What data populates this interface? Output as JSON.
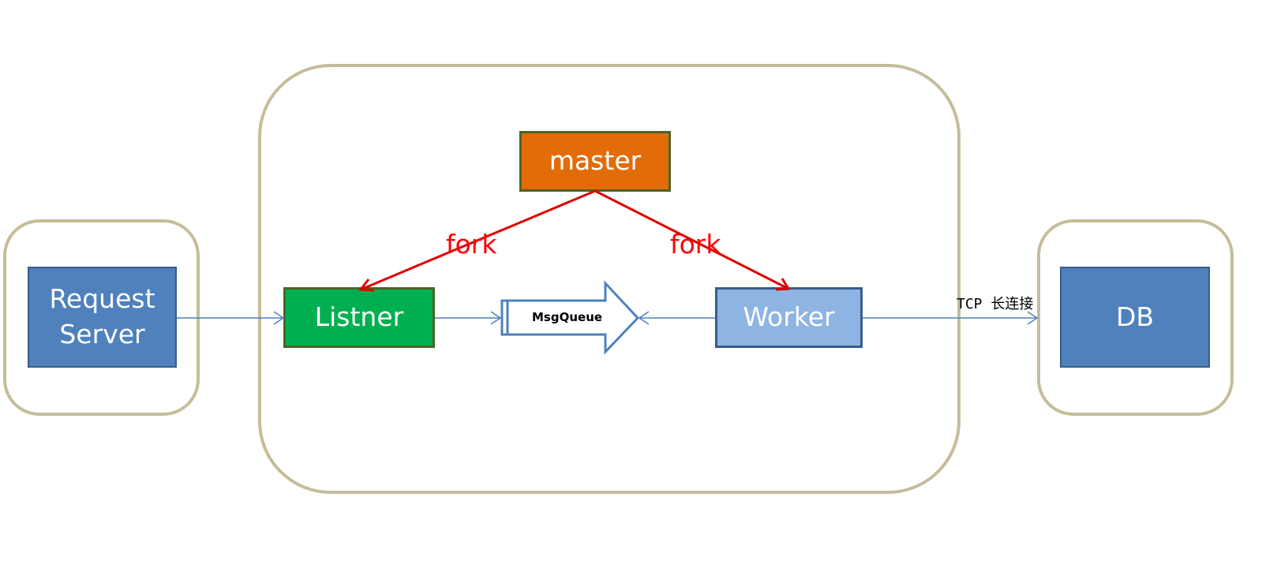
{
  "diagram": {
    "nodes": {
      "request_server": "Request\nServer",
      "master": "master",
      "listner": "Listner",
      "worker": "Worker",
      "db": "DB",
      "msg_queue": "MsgQueue"
    },
    "edge_labels": {
      "fork_left": "fork",
      "fork_right": "fork",
      "tcp": "TCP 长连接"
    },
    "colors": {
      "container_border": "#c5bd9a",
      "request_server": "#4f81bd",
      "master": "#e36c09",
      "listner": "#00b050",
      "worker": "#8eb4e3",
      "db": "#4f81bd",
      "fork_edge": "#ff0000",
      "flow_edge": "#4f81bd"
    }
  }
}
